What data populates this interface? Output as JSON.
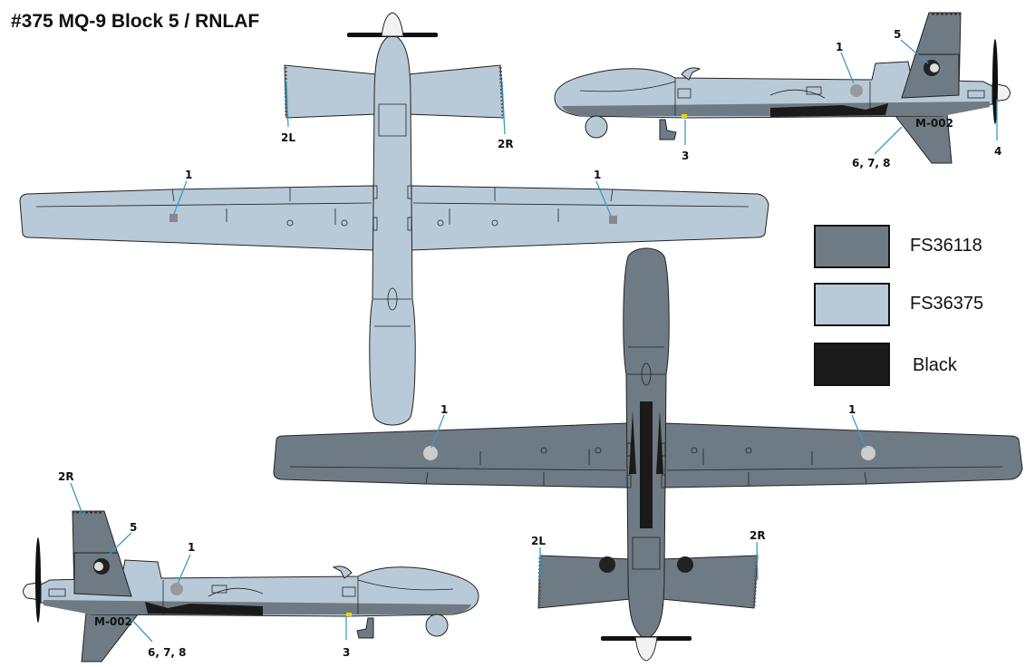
{
  "title": "#375 MQ-9 Block 5 / RNLAF",
  "colors": {
    "dark_grey": "#6f7b84",
    "light_grey": "#b8cad8",
    "black": "#1a1a1a",
    "callout": "#3a9cc4"
  },
  "legend": [
    {
      "label": "FS36118",
      "color": "#6f7b84"
    },
    {
      "label": "FS36375",
      "color": "#b8cad8"
    },
    {
      "label": "Black",
      "color": "#1a1a1a"
    }
  ],
  "serial": "M-002",
  "callouts": {
    "top_view": [
      "2L",
      "2R",
      "1",
      "1"
    ],
    "side_view_right": [
      "1",
      "5",
      "3",
      "6, 7, 8",
      "4"
    ],
    "bottom_view": [
      "1",
      "1",
      "2L",
      "2R"
    ],
    "side_view_left": [
      "2R",
      "5",
      "1",
      "3",
      "6, 7, 8"
    ]
  }
}
